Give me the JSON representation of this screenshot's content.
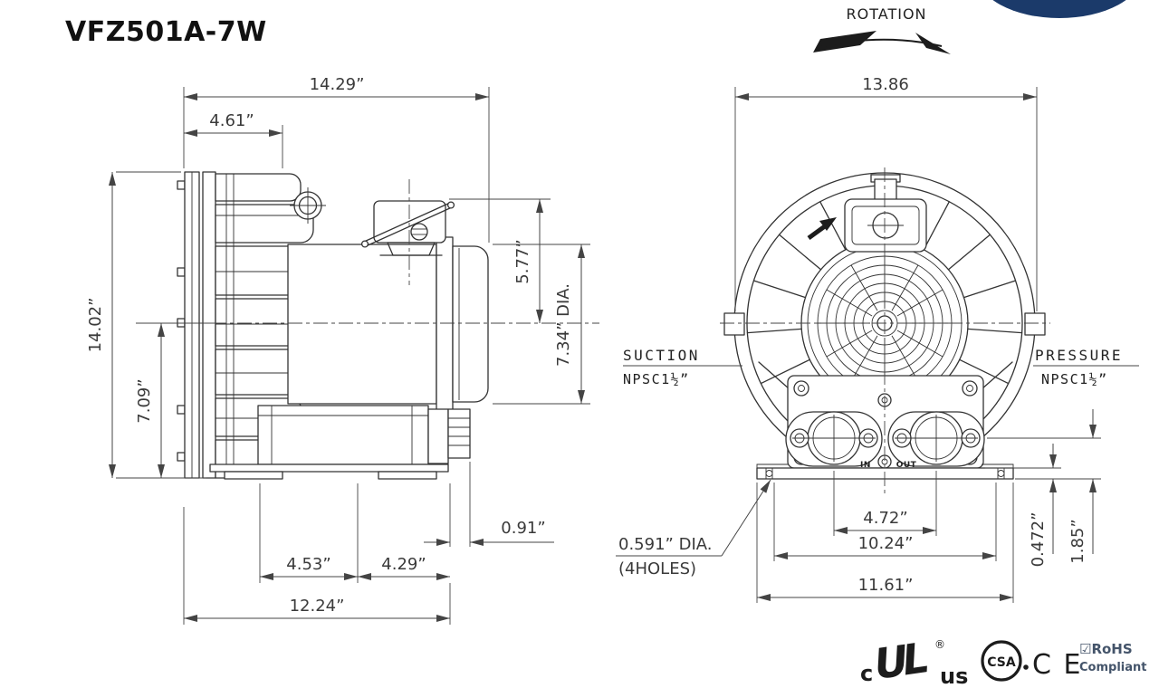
{
  "title": "VFZ501A-7W",
  "rotation_label": "ROTATION",
  "side": {
    "dim_total_w": "14.29”",
    "dim_inlet_w": "4.61”",
    "dim_total_h": "14.02”",
    "dim_center_h": "7.09”",
    "dim_box_h": "5.77”",
    "dim_motor_dia": "7.34” DIA.",
    "dim_conduit": "0.91”",
    "dim_foot_a": "4.53”",
    "dim_foot_b": "4.29”",
    "dim_base_w": "12.24”"
  },
  "front": {
    "dim_total_w": "13.86",
    "suction_label": "SUCTION",
    "suction_thread": "NPSC1½”",
    "pressure_label": "PRESSURE",
    "pressure_thread": "NPSC1½”",
    "port_in": "IN",
    "port_out": "OUT",
    "dim_port_cc": "4.72”",
    "dim_hole_cc": "10.24”",
    "dim_base_w": "11.61”",
    "hole_note_1": "0.591” DIA.",
    "hole_note_2": "(4HOLES)",
    "dim_base_t": "0.472”",
    "dim_port_h": "1.85”"
  },
  "certs": {
    "ul_c": "c",
    "ul": "UL",
    "ul_r": "®",
    "ul_us": "us",
    "csa": "CSA",
    "ce": "C E",
    "rohs_line1": "☑RoHS",
    "rohs_line2": "Compliant"
  },
  "colors": {
    "line": "#333333",
    "brand_ellipse": "#1b3a6a",
    "rohs_text": "#44546a"
  }
}
